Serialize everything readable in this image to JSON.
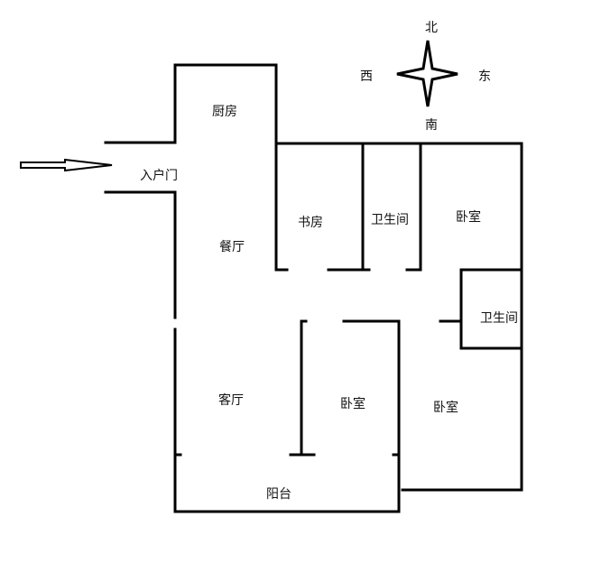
{
  "compass": {
    "north": "北",
    "south": "南",
    "west": "西",
    "east": "东"
  },
  "rooms": {
    "kitchen": "厨房",
    "entrance": "入户门",
    "dining": "餐厅",
    "study": "书房",
    "bathroom_1": "卫生间",
    "bedroom_ne": "卧室",
    "bathroom_2": "卫生间",
    "living": "客厅",
    "bedroom_mid": "卧室",
    "bedroom_se": "卧室",
    "balcony": "阳台"
  }
}
